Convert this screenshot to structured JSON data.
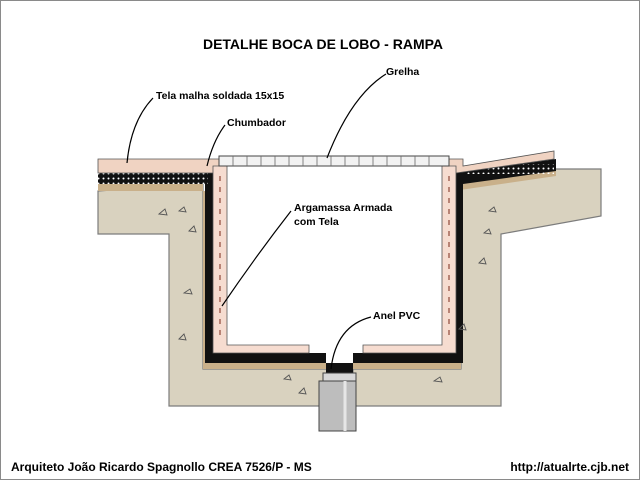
{
  "title": "DETALHE BOCA DE LOBO - RAMPA",
  "labels": {
    "grelha": "Grelha",
    "tela": "Tela malha soldada 15x15",
    "chumbador": "Chumbador",
    "argamassa_line1": "Argamassa Armada",
    "argamassa_line2": "com Tela",
    "anel": "Anel PVC"
  },
  "footer": {
    "author": "Arquiteto João Ricardo Spagnollo CREA 7526/P - MS",
    "url": "http://atualrte.cjb.net"
  },
  "colors": {
    "soil": "#d9d2bf",
    "soil_line": "#7c7c7c",
    "mortar": "#c9b08a",
    "membrane": "#111111",
    "inner_coat": "#f6dcd0",
    "grate": "#f2f2f2",
    "pipe": "#bdbdbd"
  }
}
